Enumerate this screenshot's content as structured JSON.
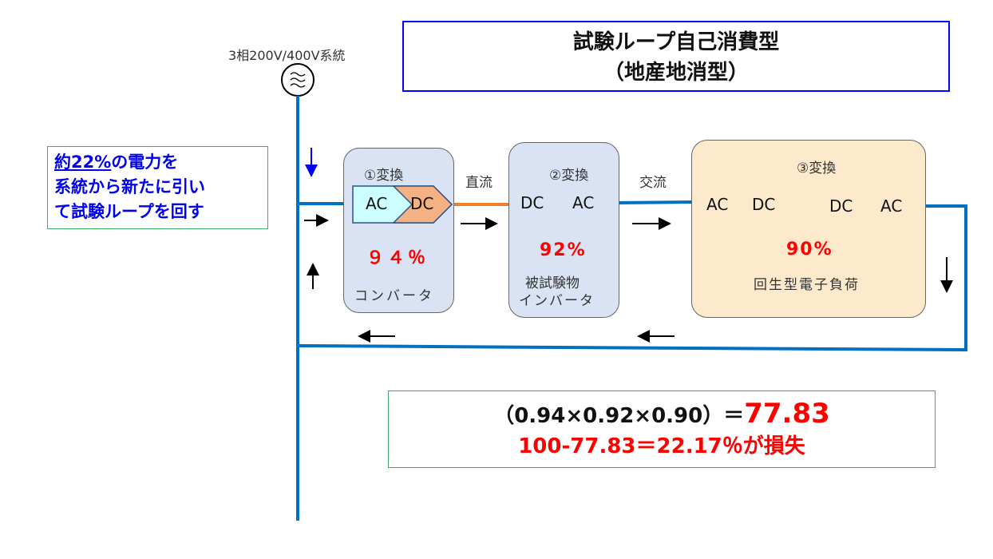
{
  "title": {
    "line1": "試験ループ自己消費型",
    "line2": "（地産地消型）"
  },
  "grid_label": "3相200V/400V系統",
  "ac_source_icon": "ac-source-icon",
  "note": {
    "underlined": "約22%",
    "line1_rest": "の電力を",
    "line2": "系統から新たに引い",
    "line3": "て試験ループを回す"
  },
  "dc_link_label": "直流",
  "ac_link_label": "交流",
  "stages": [
    {
      "step": "①変換",
      "blocks": [
        "AC",
        "DC"
      ],
      "efficiency": "９４％",
      "name": "コンバータ"
    },
    {
      "step": "②変換",
      "blocks": [
        "DC",
        "AC"
      ],
      "efficiency": "92%",
      "name_line1": "被試験物",
      "name_line2": "インバータ"
    },
    {
      "step": "③変換",
      "blocks": [
        "AC",
        "DC",
        "DC",
        "AC"
      ],
      "efficiency": "90%",
      "name": "回生型電子負荷"
    }
  ],
  "result": {
    "formula": "（0.94×0.92×0.90）＝",
    "value": "77.83",
    "loss": "100-77.83＝22.17％が損失"
  },
  "colors": {
    "line": "#0070c0",
    "dc_line": "#ed7d31",
    "ac_block": "#ccffff",
    "dc_block": "#f4b183",
    "highlight": "#ff0000"
  }
}
